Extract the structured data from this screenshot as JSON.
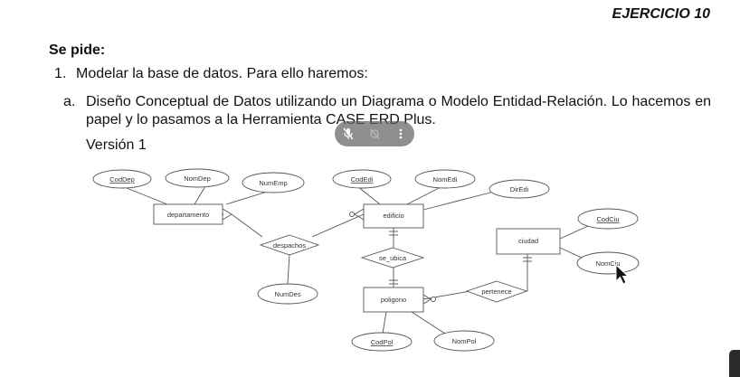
{
  "header": {
    "title": "EJERCICIO 10"
  },
  "content": {
    "heading": "Se pide:",
    "item1": {
      "number": "1.",
      "text": "Modelar la base de datos. Para ello haremos:"
    },
    "itemA": {
      "label": "a.",
      "text": "Diseño Conceptual de Datos utilizando un Diagrama o Modelo Entidad-Relación. Lo hacemos en papel y lo pasamos a la Herramienta CASE ERD Plus."
    },
    "version": "Versión 1"
  },
  "diagram": {
    "entities": {
      "departamento": "departamento",
      "edificio": "edificio",
      "ciudad": "ciudad",
      "poligono": "poligono"
    },
    "relationships": {
      "despachos": "despachos",
      "se_ubica": "se_ubica",
      "pertenece": "pertenece"
    },
    "attributes": {
      "coddep": "CodDep",
      "nomdep": "NomDep",
      "numemp": "NumEmp",
      "codedi": "CodEdi",
      "nomedi": "NomEdi",
      "diredi": "DirEdi",
      "codciu": "CodCiu",
      "nomciu": "NomCiu",
      "numdes": "NumDes",
      "codpol": "CodPol",
      "nompol": "NomPol"
    }
  },
  "toolbar": {
    "buttons": [
      "mic-off-icon",
      "camera-off-icon",
      "more-icon"
    ]
  },
  "colors": {
    "toolbar_bg": "#646464",
    "stroke": "#555555"
  }
}
